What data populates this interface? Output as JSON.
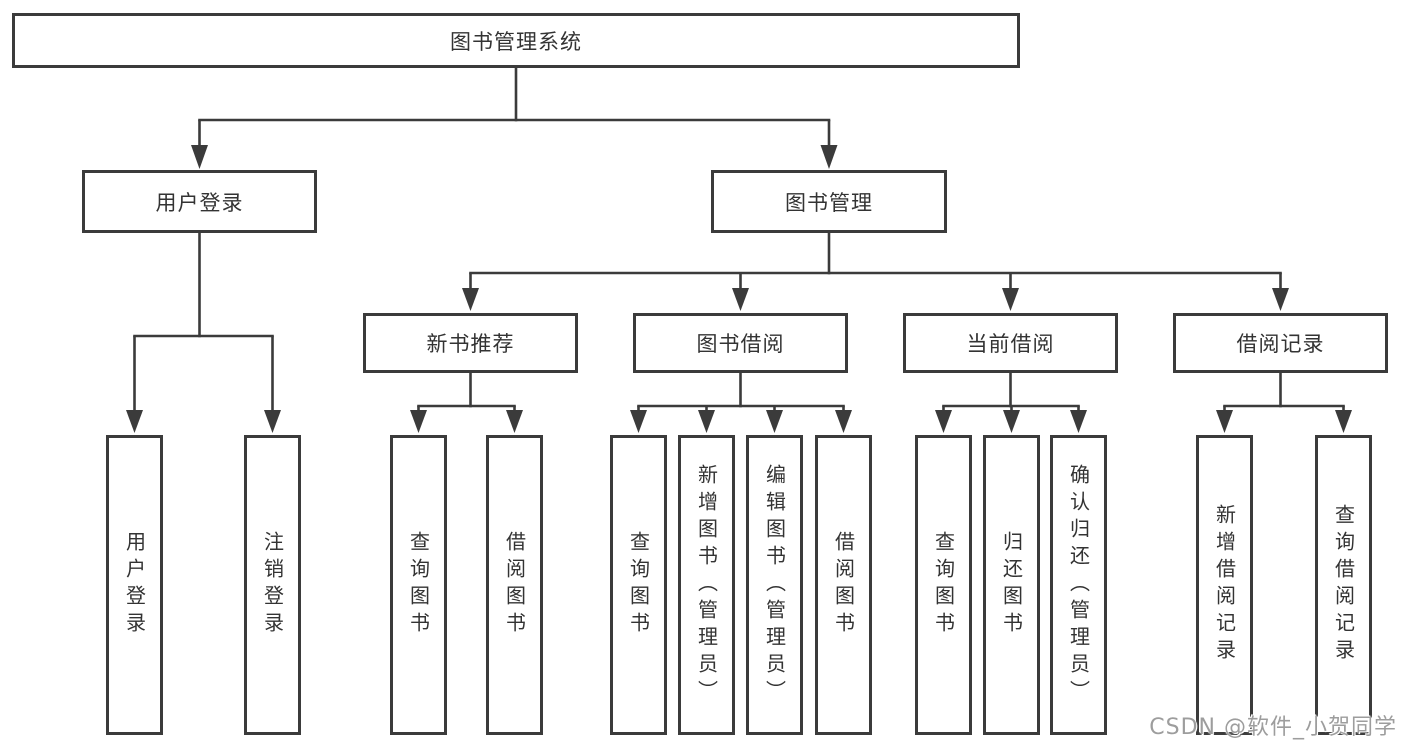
{
  "tree": {
    "root": {
      "label": "图书管理系统"
    },
    "children": [
      {
        "label": "用户登录",
        "children": [
          {
            "label": "用户登录"
          },
          {
            "label": "注销登录"
          }
        ]
      },
      {
        "label": "图书管理",
        "children": [
          {
            "label": "新书推荐",
            "children": [
              {
                "label": "查询图书"
              },
              {
                "label": "借阅图书"
              }
            ]
          },
          {
            "label": "图书借阅",
            "children": [
              {
                "label": "查询图书"
              },
              {
                "label": "新增图书（管理员）"
              },
              {
                "label": "编辑图书（管理员）"
              },
              {
                "label": "借阅图书"
              }
            ]
          },
          {
            "label": "当前借阅",
            "children": [
              {
                "label": "查询图书"
              },
              {
                "label": "归还图书"
              },
              {
                "label": "确认归还（管理员）"
              }
            ]
          },
          {
            "label": "借阅记录",
            "children": [
              {
                "label": "新增借阅记录"
              },
              {
                "label": "查询借阅记录"
              }
            ]
          }
        ]
      }
    ]
  },
  "watermark": {
    "text": "CSDN @软件_小贺同学"
  },
  "colors": {
    "line": "#3b3b3b",
    "text": "#333333",
    "background": "#ffffff",
    "watermark": "#9d9d9d"
  }
}
